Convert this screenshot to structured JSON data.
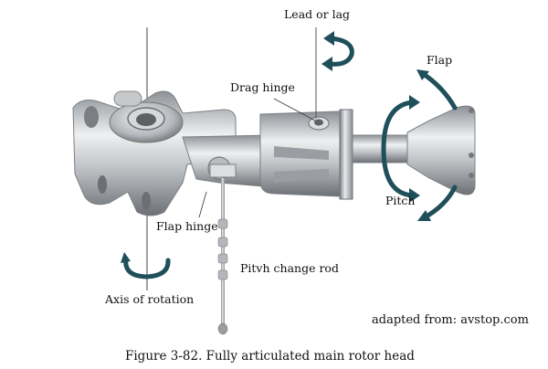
{
  "figure": {
    "caption": "Figure 3-82. Fully articulated main rotor head",
    "credit": "adapted from: avstop.com",
    "subject": "Fully articulated main rotor head",
    "labels": {
      "lead_or_lag": "Lead or lag",
      "drag_hinge": "Drag hinge",
      "flap": "Flap",
      "pitch": "Pitch",
      "flap_hinge": "Flap hinge",
      "pitch_change_rod": "Pitvh change rod",
      "axis_of_rotation": "Axis of rotation"
    },
    "colors": {
      "arrow": "#1e4f5a",
      "metal_light": "#e2e4e6",
      "metal_mid": "#a9adb1",
      "metal_dark": "#6c7075",
      "leader_line": "#333333"
    }
  }
}
